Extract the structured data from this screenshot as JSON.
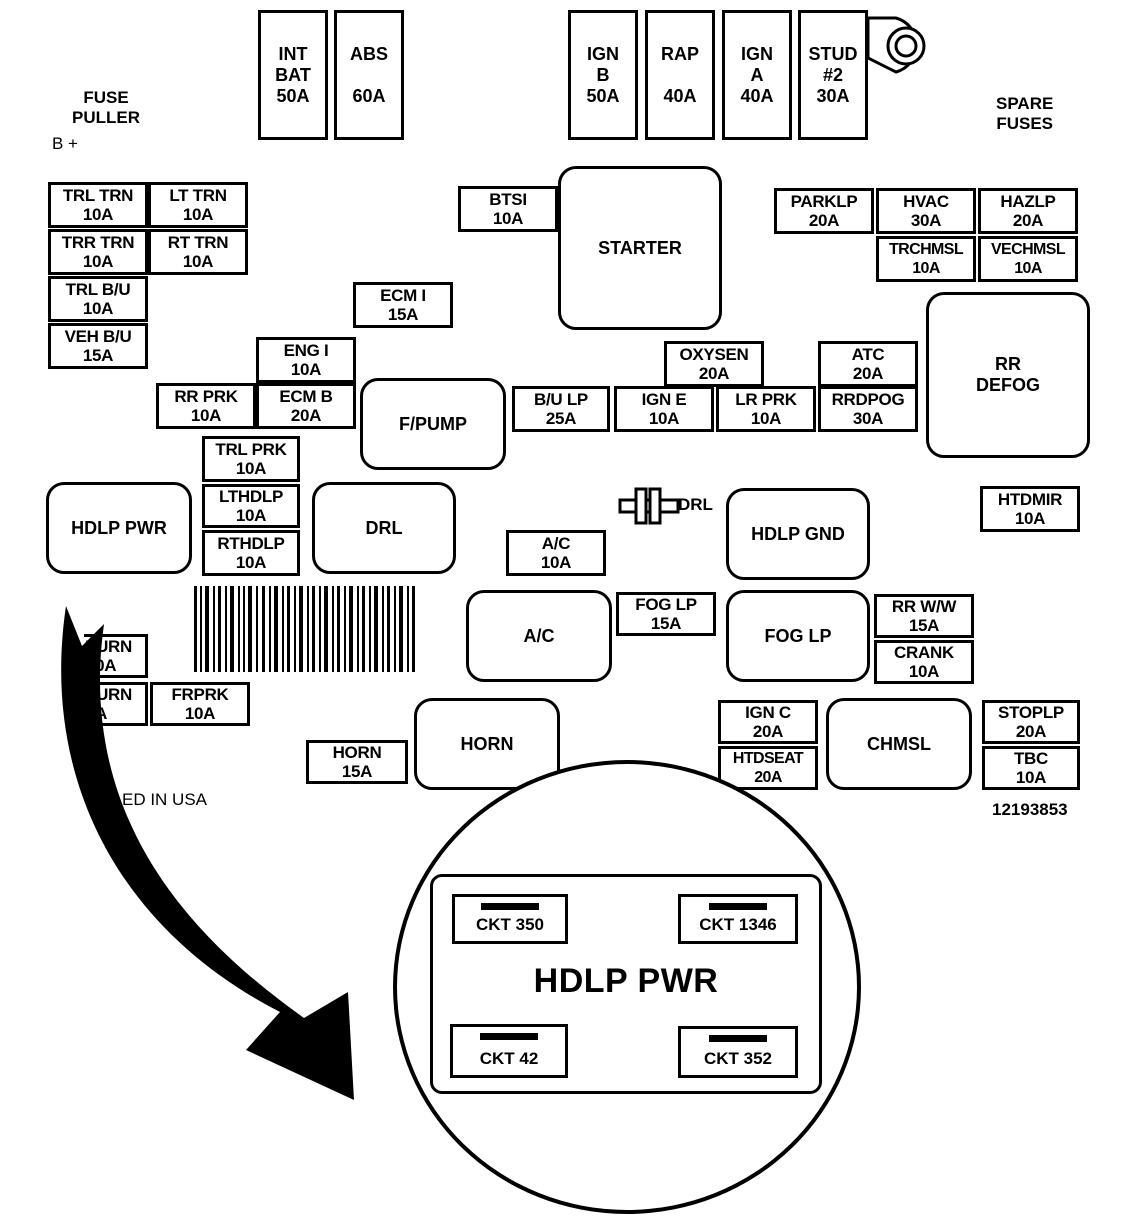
{
  "top_left_label": {
    "line1": "FUSE",
    "line2": "PULLER",
    "b_plus": "B +"
  },
  "spare_label": {
    "line1": "SPARE",
    "line2": "FUSES"
  },
  "maxi_fuses": [
    {
      "name": "INT",
      "name2": "BAT",
      "rating": "50A"
    },
    {
      "name": "ABS",
      "name2": "",
      "rating": "60A"
    },
    {
      "name": "IGN",
      "name2": "B",
      "rating": "50A"
    },
    {
      "name": "RAP",
      "name2": "",
      "rating": "40A"
    },
    {
      "name": "IGN",
      "name2": "A",
      "rating": "40A"
    },
    {
      "name": "STUD",
      "name2": "#2",
      "rating": "30A"
    }
  ],
  "fuses": {
    "trl_trn": {
      "name": "TRL TRN",
      "rating": "10A"
    },
    "lt_trn": {
      "name": "LT TRN",
      "rating": "10A"
    },
    "trr_trn": {
      "name": "TRR TRN",
      "rating": "10A"
    },
    "rt_trn": {
      "name": "RT TRN",
      "rating": "10A"
    },
    "trl_bu": {
      "name": "TRL B/U",
      "rating": "10A"
    },
    "veh_bu": {
      "name": "VEH B/U",
      "rating": "15A"
    },
    "btsi": {
      "name": "BTSI",
      "rating": "10A"
    },
    "ecm_i": {
      "name": "ECM I",
      "rating": "15A"
    },
    "eng_i": {
      "name": "ENG I",
      "rating": "10A"
    },
    "rr_prk": {
      "name": "RR PRK",
      "rating": "10A"
    },
    "ecm_b": {
      "name": "ECM B",
      "rating": "20A"
    },
    "trl_prk": {
      "name": "TRL PRK",
      "rating": "10A"
    },
    "lthdlp": {
      "name": "LTHDLP",
      "rating": "10A"
    },
    "rthdlp": {
      "name": "RTHDLP",
      "rating": "10A"
    },
    "parklp": {
      "name": "PARKLP",
      "rating": "20A"
    },
    "hvac": {
      "name": "HVAC",
      "rating": "30A"
    },
    "hazlp": {
      "name": "HAZLP",
      "rating": "20A"
    },
    "trchmsl": {
      "name": "TRCHMSL",
      "rating": "10A"
    },
    "vechmsl": {
      "name": "VECHMSL",
      "rating": "10A"
    },
    "oxysen": {
      "name": "OXYSEN",
      "rating": "20A"
    },
    "atc": {
      "name": "ATC",
      "rating": "20A"
    },
    "bu_lp": {
      "name": "B/U LP",
      "rating": "25A"
    },
    "ign_e": {
      "name": "IGN E",
      "rating": "10A"
    },
    "lr_prk": {
      "name": "LR PRK",
      "rating": "10A"
    },
    "rrdpog": {
      "name": "RRDPOG",
      "rating": "30A"
    },
    "htdmir": {
      "name": "HTDMIR",
      "rating": "10A"
    },
    "ac_fuse": {
      "name": "A/C",
      "rating": "10A"
    },
    "fog_lp_fuse": {
      "name": "FOG LP",
      "rating": "15A"
    },
    "rr_ww": {
      "name": "RR W/W",
      "rating": "15A"
    },
    "crank": {
      "name": "CRANK",
      "rating": "10A"
    },
    "turn1": {
      "name": "TURN",
      "rating": "10A"
    },
    "turn2": {
      "name": "TURN",
      "rating": "0A"
    },
    "frprk": {
      "name": "FRPRK",
      "rating": "10A"
    },
    "horn_fuse": {
      "name": "HORN",
      "rating": "15A"
    },
    "ign_c": {
      "name": "IGN C",
      "rating": "20A"
    },
    "htdseat": {
      "name": "HTDSEAT",
      "rating": "20A"
    },
    "stoplp": {
      "name": "STOPLP",
      "rating": "20A"
    },
    "tbc": {
      "name": "TBC",
      "rating": "10A"
    }
  },
  "relays": {
    "starter": "STARTER",
    "fpump": "F/PUMP",
    "rr_defog_1": "RR",
    "rr_defog_2": "DEFOG",
    "hdlp_pwr": "HDLP PWR",
    "drl": "DRL",
    "drl_diode": "DRL",
    "hdlp_gnd": "HDLP GND",
    "ac": "A/C",
    "fog_lp": "FOG LP",
    "horn": "HORN",
    "chmsl": "CHMSL"
  },
  "made_in": "ED IN USA",
  "part_number": "12193853",
  "detail": {
    "title": "HDLP PWR",
    "circuits": [
      "CKT 350",
      "CKT 1346",
      "CKT 42",
      "CKT 352"
    ]
  }
}
